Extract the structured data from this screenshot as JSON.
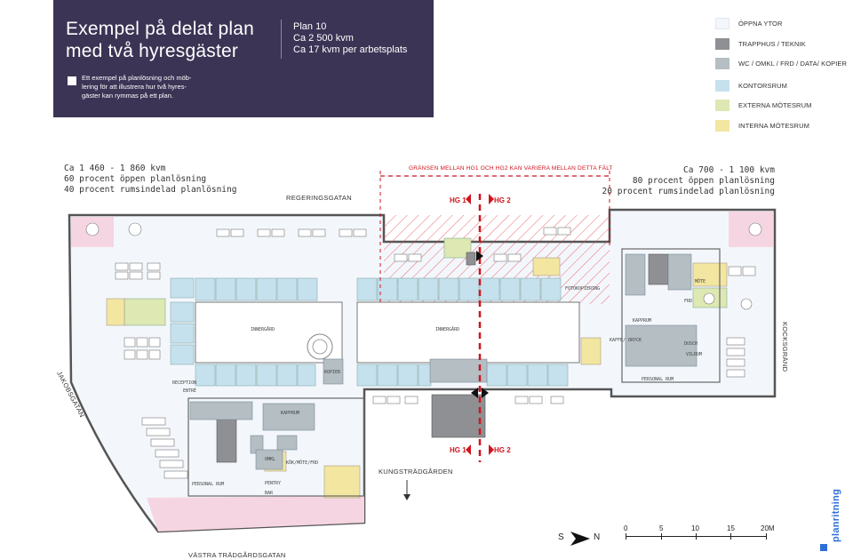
{
  "header": {
    "title_line1": "Exempel på delat plan",
    "title_line2": "med två hyresgäster",
    "plan_line1": "Plan 10",
    "plan_line2": "Ca 2 500 kvm",
    "plan_line3": "Ca 17 kvm per arbetsplats",
    "description_line1": "Ett exempel på planlösning och möb-",
    "description_line2": "lering för att illustrera hur två hyres-",
    "description_line3": "gäster kan rymmas på ett plan."
  },
  "legend": [
    {
      "label": "ÖPPNA YTOR",
      "color": "#f3f7fb"
    },
    {
      "label": "TRAPPHUS / TEKNIK",
      "color": "#8f9093"
    },
    {
      "label": "WC / OMKL / FRD / DATA/ KOPIER",
      "color": "#b4bec3"
    },
    {
      "label": "KONTORSRUM",
      "color": "#c6e1ee"
    },
    {
      "label": "EXTERNA MÖTESRUM",
      "color": "#dde8b2"
    },
    {
      "label": "INTERNA MÖTESRUM",
      "color": "#f2e6a0"
    }
  ],
  "stats_left": {
    "line1": "Ca 1 460 - 1 860 kvm",
    "line2": "60 procent öppen planlösning",
    "line3": "40 procent rumsindelad planlösning"
  },
  "stats_right": {
    "line1": "Ca 700 - 1 100 kvm",
    "line2": "80 procent öppen planlösning",
    "line3": "20 procent rumsindelad planlösning"
  },
  "streets": {
    "north": "REGERINGSGATAN",
    "west": "JAKOBSGATAN",
    "east": "KOCKSGRÄND",
    "south": "VÄSTRA TRÄDGÅRDSGATAN",
    "park": "KUNGSTRÄDGÅRDEN"
  },
  "border_note": "GRÄNSEN MELLAN HG1 OCH HG2 KAN VARIERA MELLAN DETTA FÄLT",
  "tenants": {
    "hg1": "HG 1",
    "hg2": "HG 2"
  },
  "rooms": {
    "innergard": "INNERGÅRD",
    "reception": "RECEPTION",
    "entre": "ENTRÉ",
    "kopier": "KOPIER",
    "kapprum": "KAPPRUM",
    "personalrum": "PERSONAL RUM",
    "pentry": "PENTRY",
    "bar": "BAR",
    "omkl": "OMKL",
    "kok_mote_frd": "KÖK/MÖTE/FRD",
    "mote": "MÖTE",
    "frd": "FRD",
    "dusch": "DUSCH",
    "vilrum": "VILRUM",
    "kaffe": "KAFFE/ DRYCK",
    "fotokopiering": "FOTOKOPIERING"
  },
  "compass": {
    "left": "S",
    "right": "N"
  },
  "scale": [
    "0",
    "5",
    "10",
    "15",
    "20M"
  ],
  "brand": "planritning"
}
